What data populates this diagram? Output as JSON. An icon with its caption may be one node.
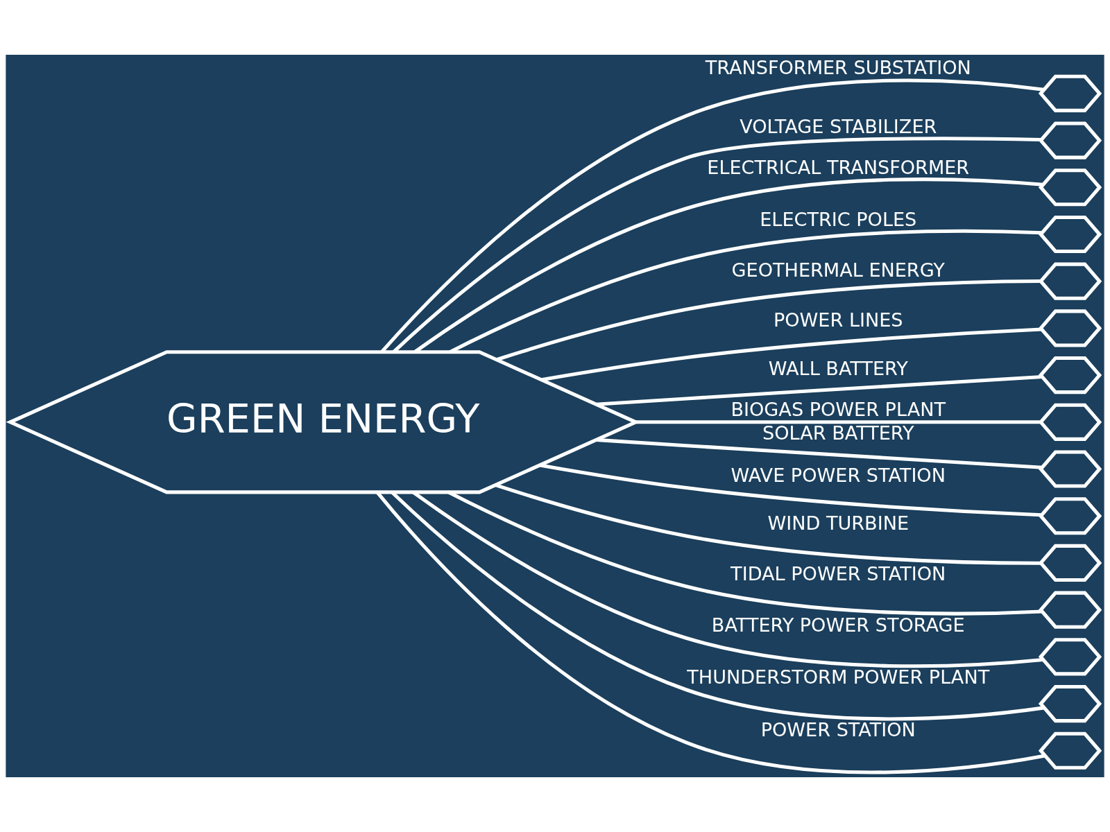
{
  "diagram": {
    "nodes": [
      {
        "text": [
          "GREEN ENERGY"
        ]
      },
      {
        "text": [],
        "shape": "hexagon"
      },
      {
        "text": [],
        "shape": "hexagon"
      },
      {
        "text": [],
        "shape": "hexagon"
      },
      {
        "text": [],
        "shape": "hexagon"
      },
      {
        "text": [],
        "shape": "hexagon"
      },
      {
        "text": [],
        "shape": "hexagon"
      },
      {
        "text": [],
        "shape": "hexagon"
      },
      {
        "text": [],
        "shape": "hexagon"
      },
      {
        "text": [],
        "shape": "hexagon"
      },
      {
        "text": [],
        "shape": "hexagon"
      },
      {
        "text": [],
        "shape": "hexagon"
      },
      {
        "text": [],
        "shape": "hexagon"
      },
      {
        "text": [],
        "shape": "hexagon"
      },
      {
        "text": [],
        "shape": "hexagon"
      },
      {
        "text": [],
        "shape": "hexagon"
      }
    ],
    "edges": [
      {
        "from": 0,
        "to": 1,
        "arrow": "none",
        "label": "TRANSFORMER SUBSTATION"
      },
      {
        "from": 0,
        "to": 2,
        "arrow": "none",
        "label": "VOLTAGE STABILIZER"
      },
      {
        "from": 0,
        "to": 3,
        "arrow": "none",
        "label": "ELECTRICAL TRANSFORMER"
      },
      {
        "from": 0,
        "to": 4,
        "arrow": "none",
        "label": "ELECTRIC POLES"
      },
      {
        "from": 0,
        "to": 5,
        "arrow": "none",
        "label": "GEOTHERMAL ENERGY"
      },
      {
        "from": 0,
        "to": 6,
        "arrow": "none",
        "label": "POWER LINES"
      },
      {
        "from": 0,
        "to": 7,
        "arrow": "none",
        "label": "WALL BATTERY"
      },
      {
        "from": 0,
        "to": 8,
        "arrow": "none",
        "label": "BIOGAS POWER PLANT"
      },
      {
        "from": 0,
        "to": 9,
        "arrow": "none",
        "label": "SOLAR BATTERY"
      },
      {
        "from": 0,
        "to": 10,
        "arrow": "none",
        "label": "WAVE POWER STATION"
      },
      {
        "from": 0,
        "to": 11,
        "arrow": "none",
        "label": "WIND TURBINE"
      },
      {
        "from": 0,
        "to": 12,
        "arrow": "none",
        "label": "TIDAL POWER STATION"
      },
      {
        "from": 0,
        "to": 13,
        "arrow": "none",
        "label": "BATTERY POWER STORAGE"
      },
      {
        "from": 0,
        "to": 14,
        "arrow": "none",
        "label": "THUNDERSTORM POWER PLANT"
      },
      {
        "from": 0,
        "to": 15,
        "arrow": "none",
        "label": "POWER STATION"
      }
    ]
  }
}
